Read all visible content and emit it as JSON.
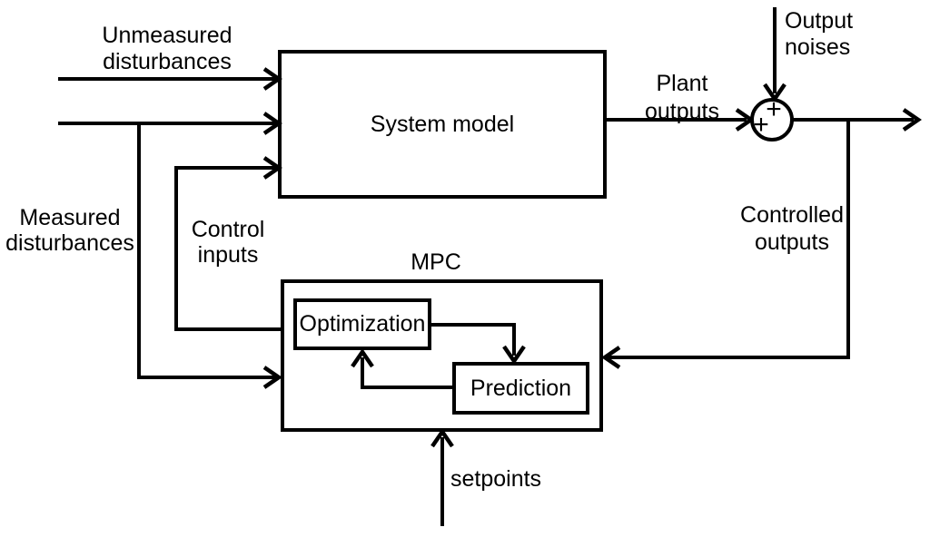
{
  "diagram": {
    "blocks": {
      "system_model": "System model",
      "mpc": "MPC",
      "optimization": "Optimization",
      "prediction": "Prediction"
    },
    "signals": {
      "unmeasured_disturbances": "Unmeasured\ndisturbances",
      "measured_disturbances": "Measured\ndisturbances",
      "control_inputs": "Control\ninputs",
      "plant_outputs": "Plant\noutputs",
      "output_noises": "Output\nnoises",
      "controlled_outputs": "Controlled\noutputs",
      "setpoints": "setpoints"
    },
    "summing_junction": {
      "sign_top": "+",
      "sign_left": "+"
    },
    "colors": {
      "line": "#000000",
      "background": "#ffffff"
    }
  }
}
